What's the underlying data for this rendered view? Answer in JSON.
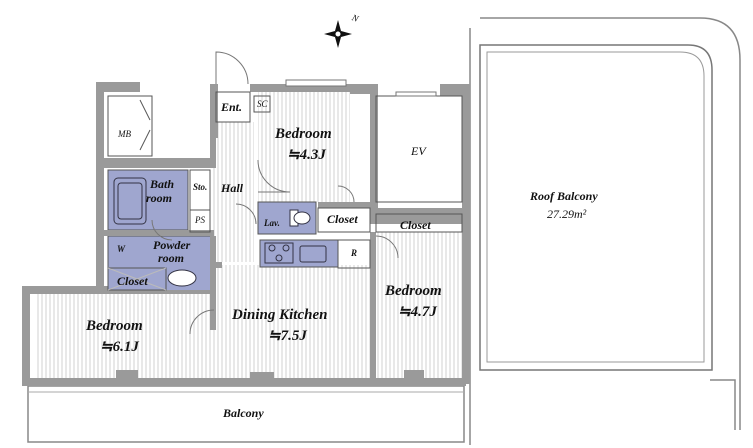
{
  "rooms": {
    "mb": "MB",
    "ent": "Ent.",
    "sc": "SC",
    "bedroom_top": "Bedroom",
    "bedroom_top_size": "≒4.3J",
    "ev": "EV",
    "bath": "Bath",
    "bath2": "room",
    "sto": "Sto.",
    "hall": "Hall",
    "ps": "PS",
    "lav": "Lav.",
    "closet_lav": "Closet",
    "closet_right": "Closet",
    "w": "W",
    "powder": "Powder",
    "powder2": "room",
    "r": "R",
    "closet_left": "Closet",
    "bedroom_left": "Bedroom",
    "bedroom_left_size": "≒6.1J",
    "dining": "Dining Kitchen",
    "dining_size": "≒7.5J",
    "bedroom_right": "Bedroom",
    "bedroom_right_size": "≒4.7J",
    "roof": "Roof Balcony",
    "roof_size": "27.29m²",
    "balcony": "Balcony"
  },
  "compass": {
    "north": "N"
  },
  "colors": {
    "wet_area": "#9fa6cf",
    "wall": "#9a9a9a",
    "floor_line": "#cfcfcf"
  }
}
